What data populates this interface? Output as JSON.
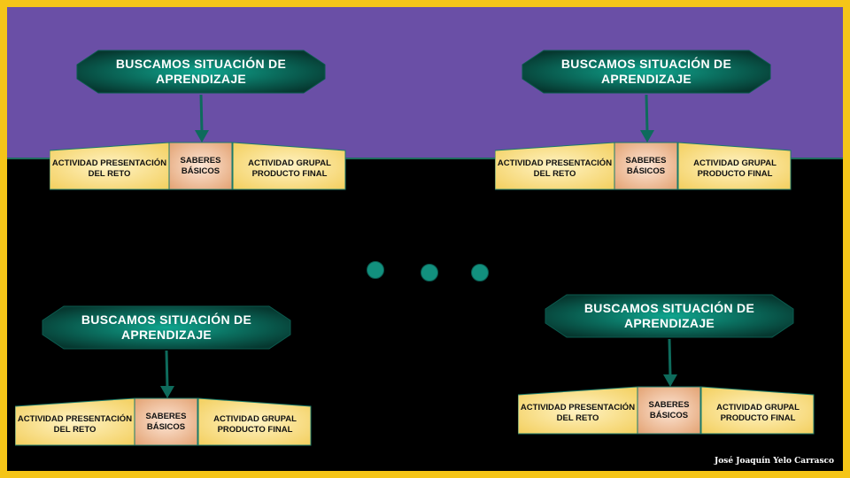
{
  "diagram": {
    "banner": "BUSCAMOS SITUACIÓN DE APRENDIZAJE",
    "box_left": "ACTIVIDAD PRESENTACIÓN DEL RETO",
    "box_middle": "SABERES BÁSICOS",
    "box_right": "ACTIVIDAD GRUPAL PRODUCTO FINAL"
  },
  "ellipsis_dots": 3,
  "author": "José Joaquín Yelo Carrasco",
  "colors": {
    "frame": "#f5c518",
    "header": "#6a4fa6",
    "banner": "#0d7a68",
    "box": "#f7d774",
    "middle_box": "#f0c09a"
  }
}
